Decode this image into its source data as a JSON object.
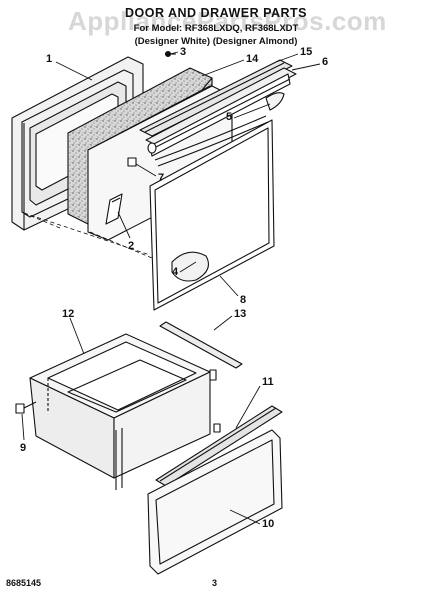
{
  "header": {
    "title": "DOOR AND DRAWER PARTS",
    "models_line": "For Model: RF368LXDQ, RF368LXDT",
    "variants_line": "(Designer White)  (Designer Almond)"
  },
  "watermark": "AppliancePartsPros.com",
  "callouts": [
    "1",
    "3",
    "14",
    "15",
    "6",
    "5",
    "7",
    "2",
    "4",
    "8",
    "12",
    "13",
    "11",
    "9",
    "10"
  ],
  "footer": {
    "code": "8685145",
    "page": "3"
  }
}
